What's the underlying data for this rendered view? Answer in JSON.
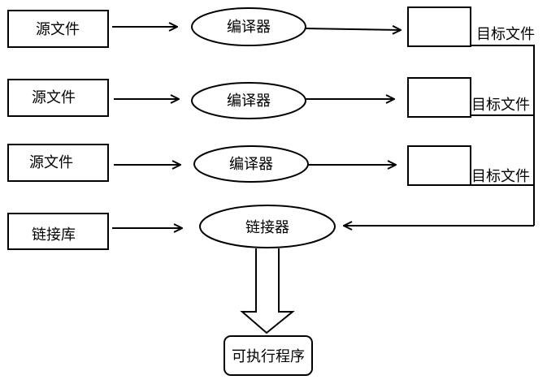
{
  "sources": [
    "源文件",
    "源文件",
    "源文件"
  ],
  "compilers": [
    "编译器",
    "编译器",
    "编译器"
  ],
  "objects": [
    "目标文件",
    "目标文件",
    "目标文件"
  ],
  "library": "链接库",
  "linker": "链接器",
  "executable": "可执行程序"
}
